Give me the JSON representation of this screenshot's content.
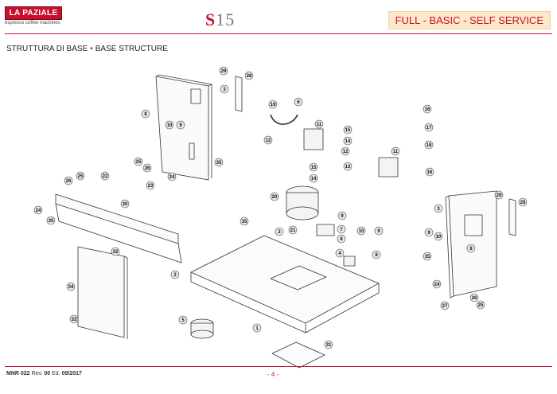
{
  "header": {
    "brand_name": "LA PAZIALE",
    "brand_tagline": "espresso coffee machines",
    "model_letter": "S",
    "model_number": "15",
    "variant": "FULL - BASIC - SELF SERVICE"
  },
  "section_title": {
    "italian": "STRUTTURA DI BASE",
    "separator": "•",
    "english": "BASE STRUCTURE"
  },
  "footer": {
    "doc_code": "MNR 022",
    "rev_label": "Rev.",
    "rev": "00",
    "ed_label": "Ed.",
    "edition": "09/2017",
    "page": "- 4 -"
  },
  "callouts": [
    "29",
    "28",
    "3",
    "8",
    "10",
    "9",
    "25",
    "26",
    "24",
    "23",
    "35",
    "19",
    "6",
    "11",
    "12",
    "15",
    "14",
    "12",
    "13",
    "15",
    "14",
    "20",
    "9",
    "21",
    "2",
    "7",
    "8",
    "10",
    "9",
    "8",
    "4",
    "1",
    "5",
    "31",
    "16",
    "17",
    "18",
    "11",
    "16",
    "29",
    "28",
    "3",
    "9",
    "10",
    "8",
    "35",
    "24",
    "27",
    "26",
    "25",
    "25",
    "26",
    "22",
    "24",
    "35",
    "30",
    "2",
    "32",
    "34",
    "33",
    "35"
  ],
  "colors": {
    "accent": "#c8102e",
    "variant_bg": "#fde9c8"
  }
}
